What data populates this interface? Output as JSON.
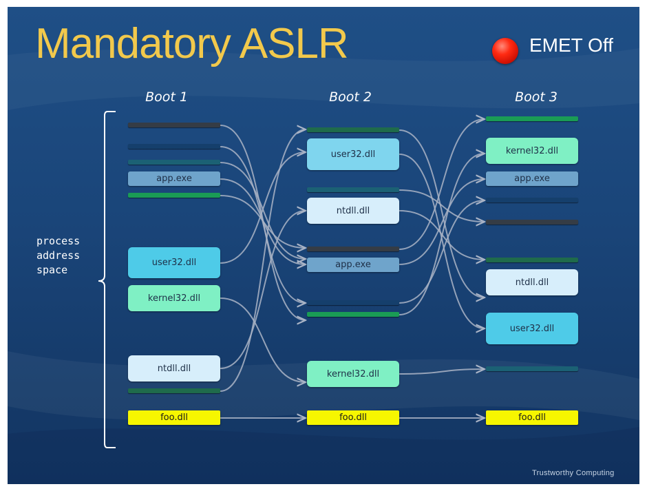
{
  "title": "Mandatory ASLR",
  "status": {
    "label": "EMET Off",
    "indicator_color": "#e8160a"
  },
  "columns": [
    "Boot 1",
    "Boot 2",
    "Boot 3"
  ],
  "brace_label": [
    "process",
    "address",
    "space"
  ],
  "footer": "Trustworthy Computing",
  "colors": {
    "dark_gray_bar": "#353c45",
    "navy_bar": "#153f6c",
    "teal_bar": "#1b6174",
    "green_bar": "#1a9c55",
    "dark_green_bar": "#1f6b4b",
    "user32": "#4ecbe8",
    "kernel32": "#7ff0c4",
    "ntdll": "#d7eefb",
    "app_exe": "#6fa4cb",
    "foo_dll": "#f6f600"
  },
  "modules": {
    "app": "app.exe",
    "user32": "user32.dll",
    "kernel32": "kernel32.dll",
    "ntdll": "ntdll.dll",
    "foo": "foo.dll"
  }
}
